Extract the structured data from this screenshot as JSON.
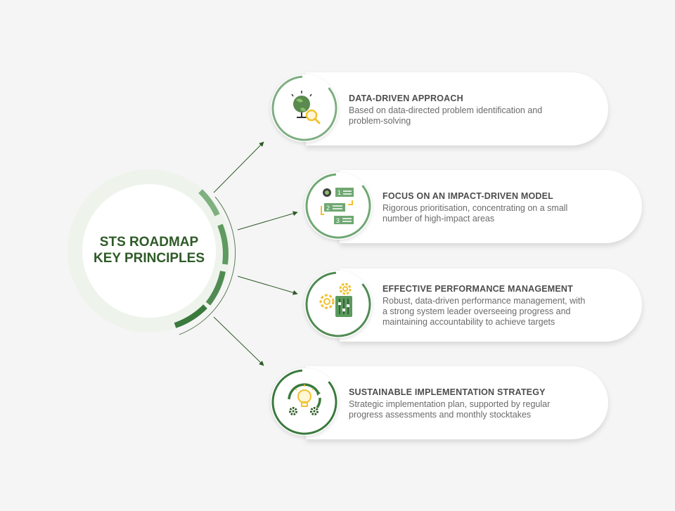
{
  "colors": {
    "dark_green": "#2e6b2e",
    "mid_green": "#4e8a4e",
    "light_green": "#6fa872",
    "pale_green": "#e8f2e6",
    "accent_yellow": "#f2c12e",
    "text_title": "#4d4d4d",
    "text_body": "#6b6b6b"
  },
  "center": {
    "line1": "STS ROADMAP",
    "line2": "KEY PRINCIPLES"
  },
  "principles": [
    {
      "title": "DATA-DRIVEN APPROACH",
      "lines": [
        "Based on data-directed problem identification and",
        "problem-solving"
      ],
      "icon": "globe-magnifier-icon"
    },
    {
      "title": "FOCUS ON AN IMPACT-DRIVEN MODEL",
      "lines": [
        "Rigorous prioritisation, concentrating on a small",
        "number of high-impact areas"
      ],
      "icon": "priority-list-icon"
    },
    {
      "title": "EFFECTIVE PERFORMANCE MANAGEMENT",
      "lines": [
        "Robust, data-driven performance management, with",
        "a strong system leader overseeing progress and",
        "maintaining accountability to achieve targets"
      ],
      "icon": "gears-controls-icon"
    },
    {
      "title": "SUSTAINABLE IMPLEMENTATION STRATEGY",
      "lines": [
        "Strategic implementation plan, supported by regular",
        "progress assessments and monthly stocktakes"
      ],
      "icon": "lightbulb-cycle-icon"
    }
  ],
  "icon_badges": {
    "list_top": "1",
    "list_middle": "2",
    "list_bottom": "3"
  }
}
